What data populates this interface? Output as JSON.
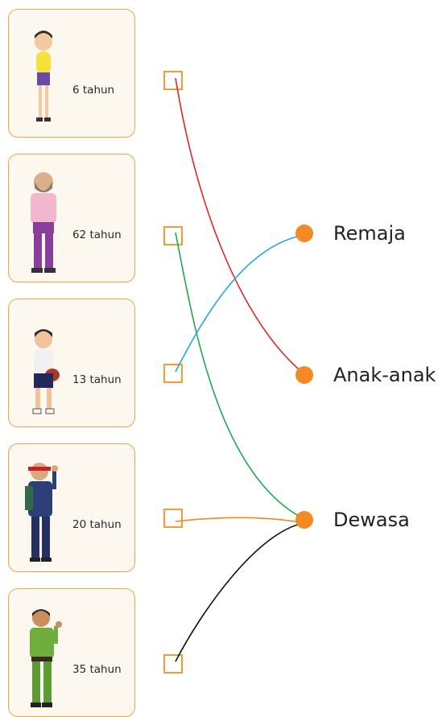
{
  "people": [
    {
      "age": "6 tahun",
      "shirt": "#f6e13a",
      "pants": "#6a4aa6"
    },
    {
      "age": "62 tahun",
      "shirt": "#f3b6cf",
      "pants": "#8a3e9a"
    },
    {
      "age": "13 tahun",
      "shirt": "#f1f1f1",
      "pants": "#22295a"
    },
    {
      "age": "20 tahun",
      "shirt": "#2d3f7b",
      "pants": "#24305e"
    },
    {
      "age": "35 tahun",
      "shirt": "#6fae3c",
      "pants": "#5c9a34"
    }
  ],
  "categories": [
    "Remaja",
    "Anak-anak",
    "Dewasa"
  ],
  "connections": [
    {
      "from": "6 tahun",
      "to": "Anak-anak",
      "color": "#e0262b"
    },
    {
      "from": "62 tahun",
      "to": "Dewasa",
      "color": "#1fa84f"
    },
    {
      "from": "13 tahun",
      "to": "Remaja",
      "color": "#22a6dd"
    },
    {
      "from": "20 tahun",
      "to": "Dewasa",
      "color": "#f08a1c"
    },
    {
      "from": "35 tahun",
      "to": "Dewasa",
      "color": "#111111"
    }
  ],
  "colors": {
    "card_border": "#f0a24a",
    "card_bg": "#fdf8ef",
    "checkbox": "#f39c34",
    "dot": "#f58a24"
  }
}
